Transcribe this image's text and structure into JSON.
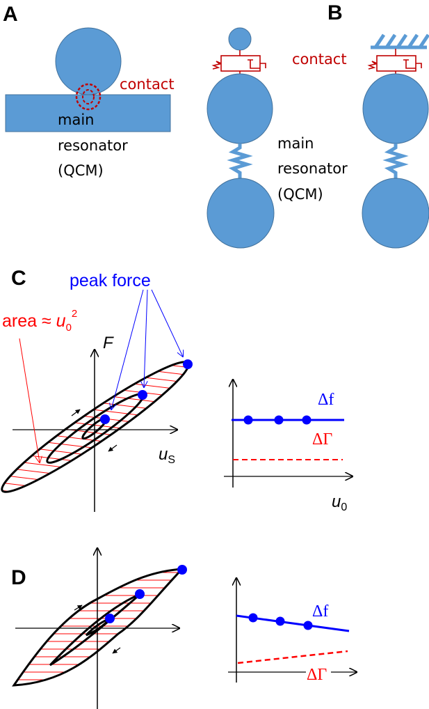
{
  "colors": {
    "resonator": "#5b9bd5",
    "contact": "#c00000",
    "peak": "#0000ff",
    "area": "#ff0000",
    "axis": "#000000"
  },
  "panel_a": {
    "label": "A",
    "contact": "contact",
    "main": "main",
    "resonator": "resonator",
    "qcm": "(QCM)"
  },
  "panel_b": {
    "label": "B",
    "contact": "contact",
    "main": "main",
    "resonator": "resonator",
    "qcm": "(QCM)"
  },
  "panel_c": {
    "label": "C",
    "peak_force": "peak force",
    "area_prefix": "area ≈ ",
    "area_var": "u",
    "area_sub": "0",
    "area_sup": "2",
    "y_axis": "F",
    "x_axis": "u",
    "x_axis_sub": "S",
    "right_df": "Δf",
    "right_dg": "ΔΓ",
    "right_x": "u",
    "right_x_sub": "0"
  },
  "panel_d": {
    "label": "D",
    "right_df": "Δf",
    "right_dg": "ΔΓ"
  }
}
